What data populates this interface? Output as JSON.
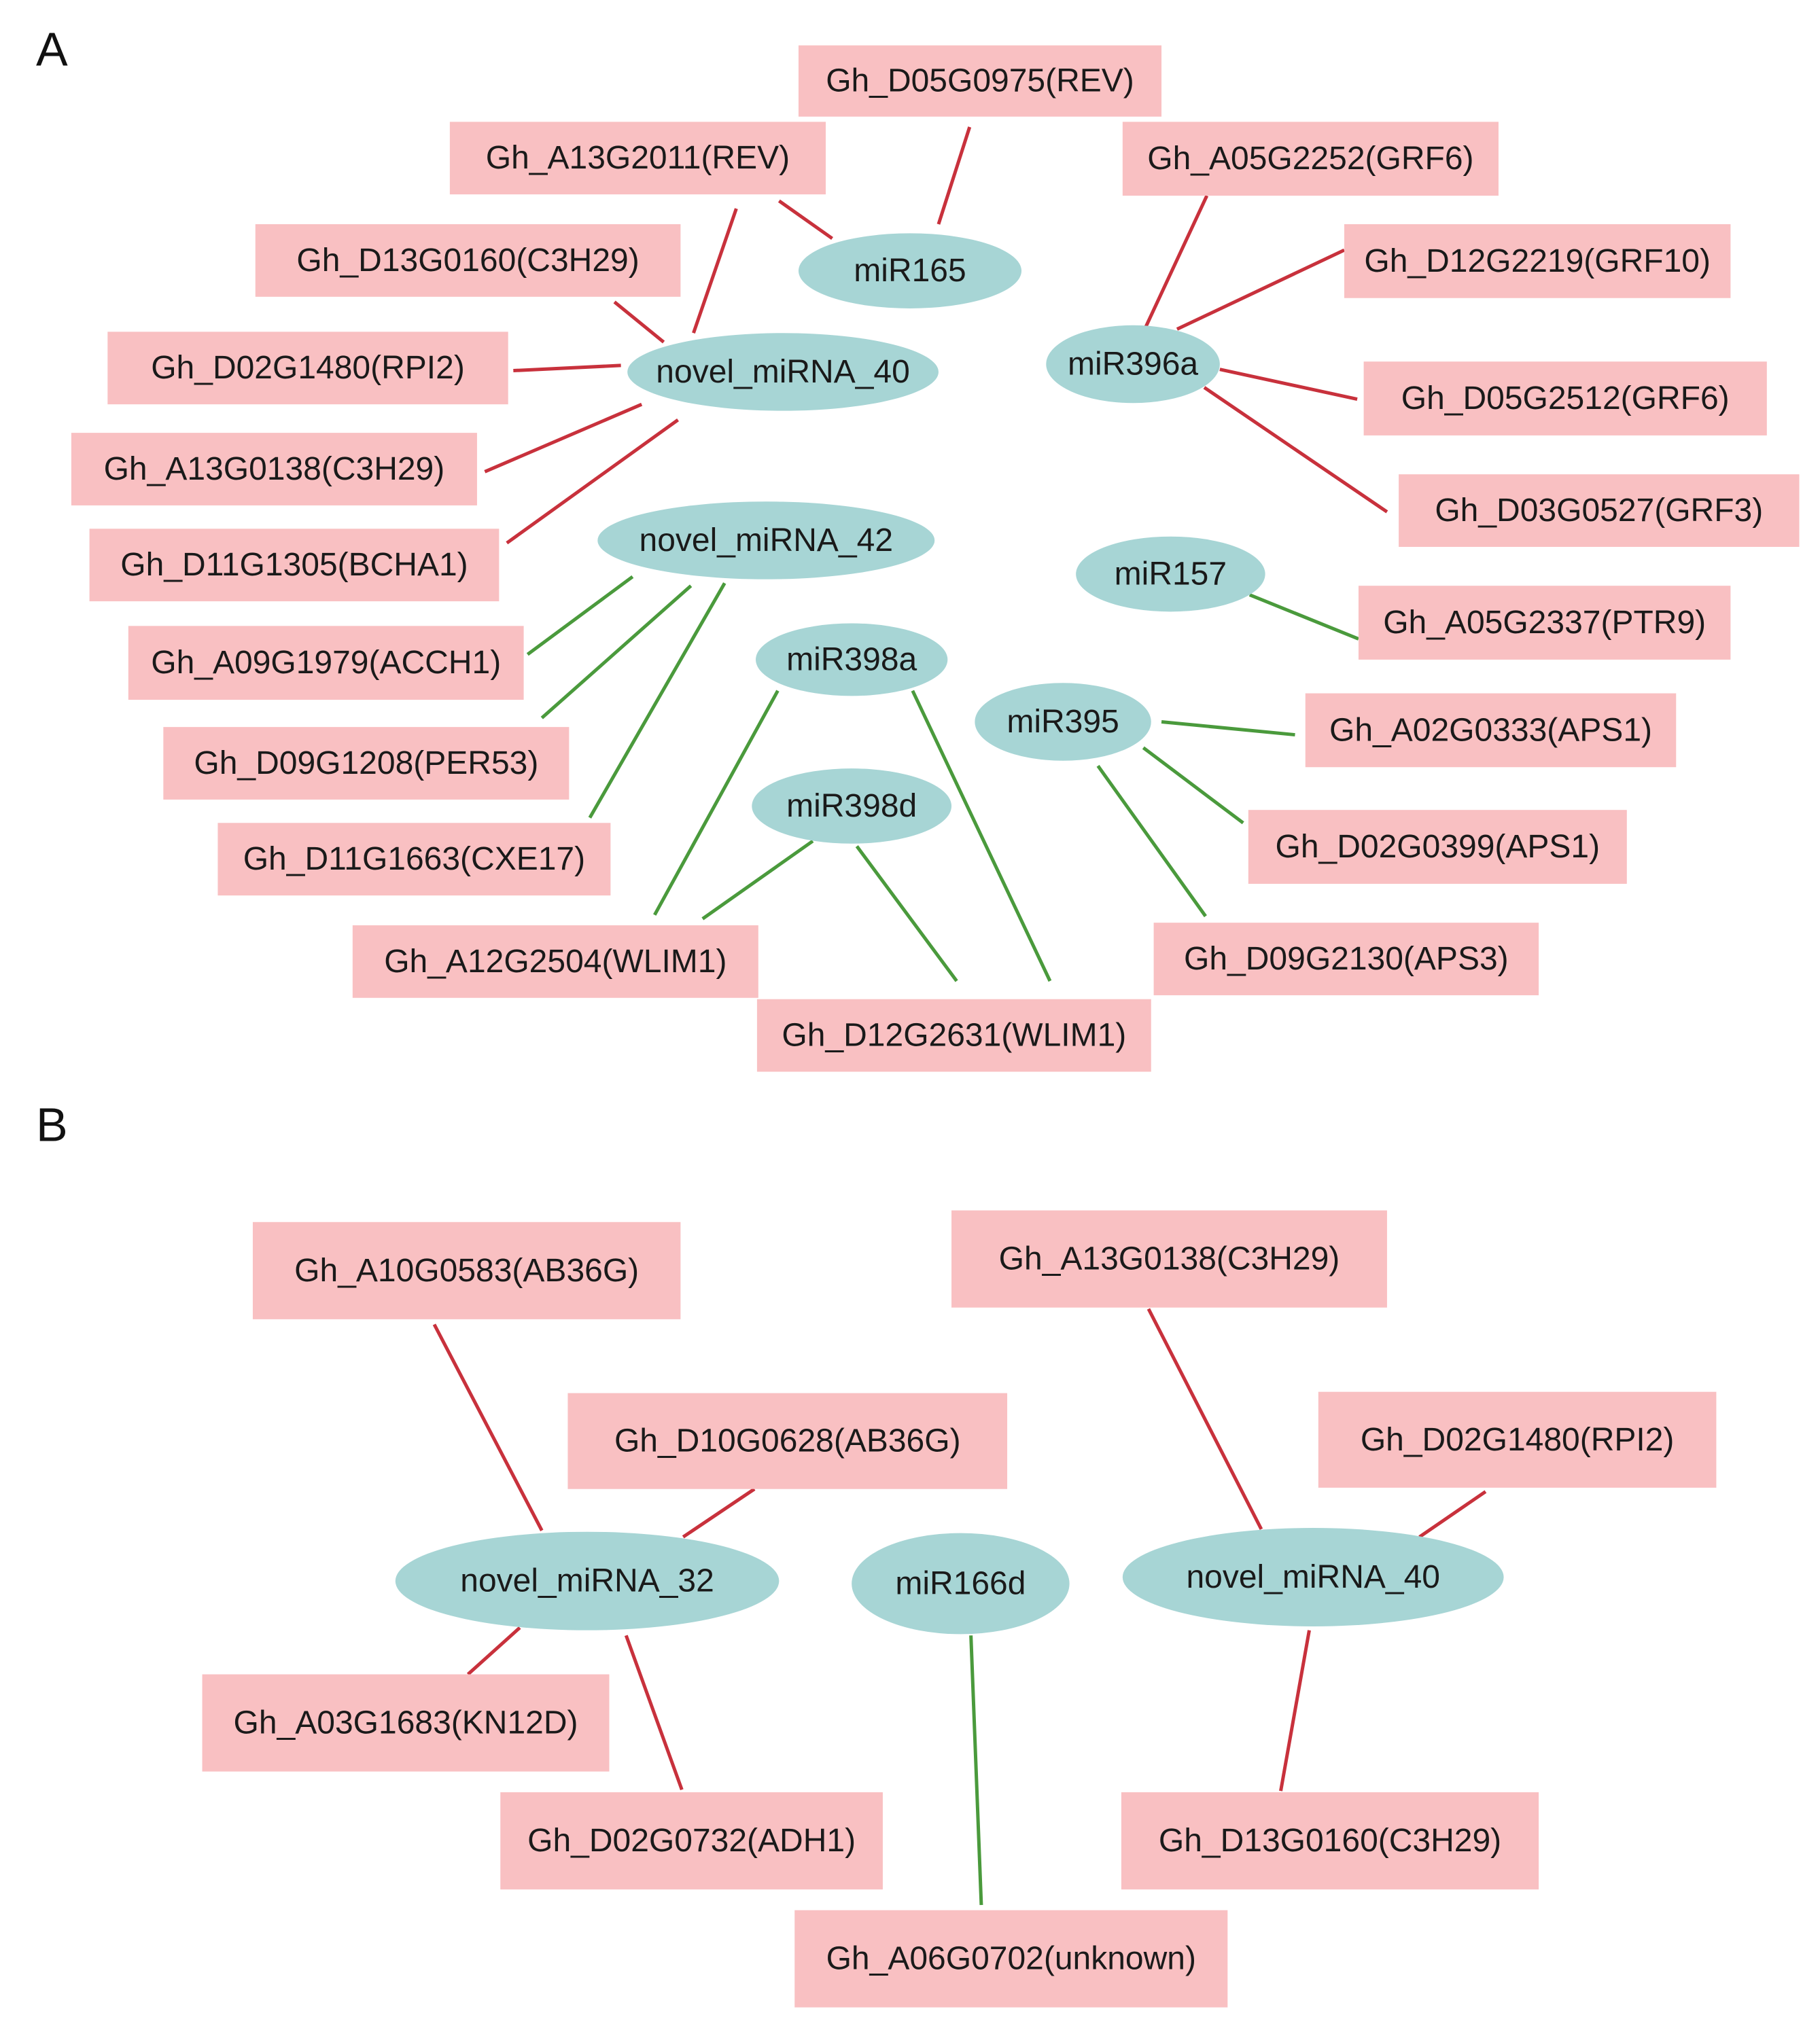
{
  "colors": {
    "gene_fill": "#f9c0c2",
    "mirna_fill": "#a7d5d5",
    "edge_red": "#c8313c",
    "edge_green": "#4a9a3c"
  },
  "panels": [
    {
      "id": "A",
      "letter": "A",
      "mirnas": [
        "miR165",
        "miR396a",
        "novel_miRNA_40",
        "novel_miRNA_42",
        "miR157",
        "miR398a",
        "miR398d",
        "miR395"
      ],
      "genes": [
        "Gh_D05G0975(REV)",
        "Gh_A13G2011(REV)",
        "Gh_A05G2252(GRF6)",
        "Gh_D13G0160(C3H29)",
        "Gh_D12G2219(GRF10)",
        "Gh_D02G1480(RPI2)",
        "Gh_D05G2512(GRF6)",
        "Gh_A13G0138(C3H29)",
        "Gh_D03G0527(GRF3)",
        "Gh_D11G1305(BCHA1)",
        "Gh_A05G2337(PTR9)",
        "Gh_A09G1979(ACCH1)",
        "Gh_A02G0333(APS1)",
        "Gh_D09G1208(PER53)",
        "Gh_D02G0399(APS1)",
        "Gh_D11G1663(CXE17)",
        "Gh_A12G2504(WLIM1)",
        "Gh_D09G2130(APS3)",
        "Gh_D12G2631(WLIM1)"
      ],
      "edges": [
        {
          "mirna": "miR165",
          "gene": "Gh_D05G0975(REV)",
          "color": "red"
        },
        {
          "mirna": "miR165",
          "gene": "Gh_A13G2011(REV)",
          "color": "red"
        },
        {
          "mirna": "novel_miRNA_40",
          "gene": "Gh_A13G2011(REV)",
          "color": "red"
        },
        {
          "mirna": "novel_miRNA_40",
          "gene": "Gh_D13G0160(C3H29)",
          "color": "red"
        },
        {
          "mirna": "novel_miRNA_40",
          "gene": "Gh_D02G1480(RPI2)",
          "color": "red"
        },
        {
          "mirna": "novel_miRNA_40",
          "gene": "Gh_A13G0138(C3H29)",
          "color": "red"
        },
        {
          "mirna": "novel_miRNA_40",
          "gene": "Gh_D11G1305(BCHA1)",
          "color": "red"
        },
        {
          "mirna": "miR396a",
          "gene": "Gh_A05G2252(GRF6)",
          "color": "red"
        },
        {
          "mirna": "miR396a",
          "gene": "Gh_D12G2219(GRF10)",
          "color": "red"
        },
        {
          "mirna": "miR396a",
          "gene": "Gh_D05G2512(GRF6)",
          "color": "red"
        },
        {
          "mirna": "miR396a",
          "gene": "Gh_D03G0527(GRF3)",
          "color": "red"
        },
        {
          "mirna": "miR157",
          "gene": "Gh_A05G2337(PTR9)",
          "color": "green"
        },
        {
          "mirna": "novel_miRNA_42",
          "gene": "Gh_A09G1979(ACCH1)",
          "color": "green"
        },
        {
          "mirna": "novel_miRNA_42",
          "gene": "Gh_D09G1208(PER53)",
          "color": "green"
        },
        {
          "mirna": "novel_miRNA_42",
          "gene": "Gh_D11G1663(CXE17)",
          "color": "green"
        },
        {
          "mirna": "miR398a",
          "gene": "Gh_A12G2504(WLIM1)",
          "color": "green"
        },
        {
          "mirna": "miR398a",
          "gene": "Gh_D12G2631(WLIM1)",
          "color": "green"
        },
        {
          "mirna": "miR398d",
          "gene": "Gh_A12G2504(WLIM1)",
          "color": "green"
        },
        {
          "mirna": "miR398d",
          "gene": "Gh_D12G2631(WLIM1)",
          "color": "green"
        },
        {
          "mirna": "miR395",
          "gene": "Gh_A02G0333(APS1)",
          "color": "green"
        },
        {
          "mirna": "miR395",
          "gene": "Gh_D02G0399(APS1)",
          "color": "green"
        },
        {
          "mirna": "miR395",
          "gene": "Gh_D09G2130(APS3)",
          "color": "green"
        }
      ]
    },
    {
      "id": "B",
      "letter": "B",
      "mirnas": [
        "novel_miRNA_32",
        "miR166d",
        "novel_miRNA_40"
      ],
      "genes": [
        "Gh_A10G0583(AB36G)",
        "Gh_A13G0138(C3H29)",
        "Gh_D10G0628(AB36G)",
        "Gh_D02G1480(RPI2)",
        "Gh_A03G1683(KN12D)",
        "Gh_D02G0732(ADH1)",
        "Gh_D13G0160(C3H29)",
        "Gh_A06G0702(unknown)"
      ],
      "edges": [
        {
          "mirna": "novel_miRNA_32",
          "gene": "Gh_A10G0583(AB36G)",
          "color": "red"
        },
        {
          "mirna": "novel_miRNA_32",
          "gene": "Gh_D10G0628(AB36G)",
          "color": "red"
        },
        {
          "mirna": "novel_miRNA_32",
          "gene": "Gh_A03G1683(KN12D)",
          "color": "red"
        },
        {
          "mirna": "novel_miRNA_32",
          "gene": "Gh_D02G0732(ADH1)",
          "color": "red"
        },
        {
          "mirna": "novel_miRNA_40",
          "gene": "Gh_A13G0138(C3H29)",
          "color": "red"
        },
        {
          "mirna": "novel_miRNA_40",
          "gene": "Gh_D02G1480(RPI2)",
          "color": "red"
        },
        {
          "mirna": "novel_miRNA_40",
          "gene": "Gh_D13G0160(C3H29)",
          "color": "red"
        },
        {
          "mirna": "miR166d",
          "gene": "Gh_A06G0702(unknown)",
          "color": "green"
        }
      ]
    }
  ]
}
